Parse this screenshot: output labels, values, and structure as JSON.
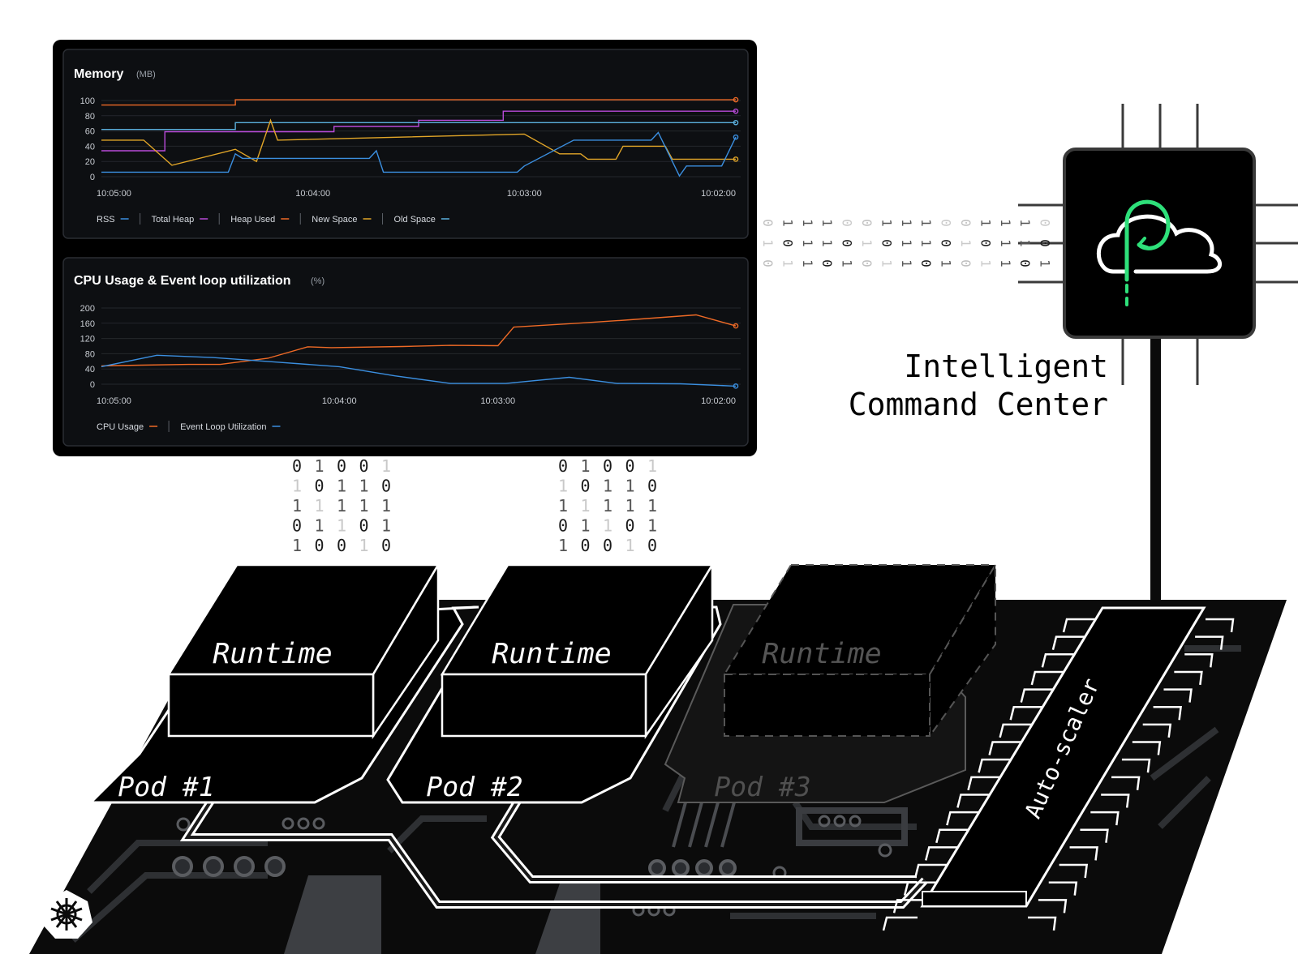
{
  "colors": {
    "rss": "#3b8fe0",
    "total_heap": "#b84ad8",
    "heap_used": "#ef6a26",
    "new_space": "#e2a628",
    "old_space": "#5bb0de",
    "cpu_usage": "#ef6a26",
    "event_loop": "#3b8fe0",
    "accent": "#2ee07a",
    "panel_bg": "#0d0f12",
    "board_bg": "#0b0b0b"
  },
  "dashboard": {
    "memory": {
      "title": "Memory",
      "unit": "(MB)",
      "chart_data": {
        "type": "line",
        "title": "Memory",
        "unit": "MB",
        "y_ticks": [
          "100",
          "80",
          "60",
          "40",
          "20",
          "0"
        ],
        "ylim": [
          0,
          100
        ],
        "x_ticks": [
          {
            "label": "10:05:00",
            "value": 0
          },
          {
            "label": "10:04:00",
            "value": 60
          },
          {
            "label": "10:03:00",
            "value": 120
          },
          {
            "label": "10:02:00",
            "value": 180
          }
        ],
        "xlim": [
          0,
          180
        ],
        "series": [
          {
            "name": "Heap Used",
            "color": "heap_used",
            "points": [
              [
                0,
                94
              ],
              [
                38,
                94
              ],
              [
                38,
                101
              ],
              [
                180,
                101
              ]
            ]
          },
          {
            "name": "Total Heap",
            "color": "total_heap",
            "points": [
              [
                0,
                34
              ],
              [
                18,
                34
              ],
              [
                18,
                59
              ],
              [
                66,
                59
              ],
              [
                66,
                66
              ],
              [
                90,
                66
              ],
              [
                90,
                74
              ],
              [
                114,
                74
              ],
              [
                114,
                86
              ],
              [
                180,
                86
              ]
            ]
          },
          {
            "name": "Old Space",
            "color": "old_space",
            "points": [
              [
                0,
                62
              ],
              [
                38,
                62
              ],
              [
                38,
                71
              ],
              [
                180,
                71
              ]
            ]
          },
          {
            "name": "New Space",
            "color": "new_space",
            "points": [
              [
                0,
                48
              ],
              [
                12,
                48
              ],
              [
                20,
                15
              ],
              [
                38,
                36
              ],
              [
                44,
                20
              ],
              [
                48,
                74
              ],
              [
                50,
                48
              ],
              [
                120,
                56
              ],
              [
                130,
                30
              ],
              [
                136,
                30
              ],
              [
                138,
                23
              ],
              [
                146,
                23
              ],
              [
                148,
                40
              ],
              [
                150,
                40
              ],
              [
                154,
                40
              ],
              [
                160,
                40
              ],
              [
                162,
                23
              ],
              [
                180,
                23
              ]
            ]
          },
          {
            "name": "RSS",
            "color": "rss",
            "points": [
              [
                0,
                6
              ],
              [
                36,
                6
              ],
              [
                38,
                30
              ],
              [
                40,
                24
              ],
              [
                76,
                24
              ],
              [
                78,
                34
              ],
              [
                80,
                6
              ],
              [
                118,
                6
              ],
              [
                120,
                14
              ],
              [
                134,
                48
              ],
              [
                156,
                48
              ],
              [
                158,
                58
              ],
              [
                164,
                1
              ],
              [
                166,
                14
              ],
              [
                176,
                14
              ],
              [
                182,
                52
              ],
              [
                180,
                52
              ]
            ]
          }
        ],
        "legend": [
          "RSS",
          "Total Heap",
          "Heap Used",
          "New Space",
          "Old Space"
        ],
        "legend_placement": "bottom"
      }
    },
    "cpu": {
      "title": "CPU Usage & Event loop utilization",
      "unit": "(%)",
      "chart_data": {
        "type": "line",
        "title": "CPU Usage & Event loop utilization",
        "unit": "%",
        "y_ticks": [
          "200",
          "160",
          "120",
          "80",
          "40",
          "0"
        ],
        "ylim": [
          0,
          200
        ],
        "x_ticks": [
          {
            "label": "10:05:00",
            "value": 0
          },
          {
            "label": "10:04:00",
            "value": 60
          },
          {
            "label": "10:03:00",
            "value": 100
          },
          {
            "label": "10:02:00",
            "value": 160
          }
        ],
        "xlim": [
          0,
          160
        ],
        "series": [
          {
            "name": "CPU Usage",
            "color": "cpu_usage",
            "points": [
              [
                0,
                48
              ],
              [
                10,
                50
              ],
              [
                22,
                52
              ],
              [
                30,
                52
              ],
              [
                42,
                68
              ],
              [
                52,
                98
              ],
              [
                58,
                96
              ],
              [
                76,
                99
              ],
              [
                88,
                102
              ],
              [
                100,
                101
              ],
              [
                104,
                150
              ],
              [
                120,
                160
              ],
              [
                132,
                168
              ],
              [
                150,
                182
              ],
              [
                160,
                153
              ]
            ]
          },
          {
            "name": "Event Loop Utilization",
            "color": "event_loop",
            "points": [
              [
                0,
                46
              ],
              [
                14,
                76
              ],
              [
                28,
                70
              ],
              [
                44,
                58
              ],
              [
                60,
                46
              ],
              [
                74,
                22
              ],
              [
                88,
                2
              ],
              [
                102,
                2
              ],
              [
                118,
                18
              ],
              [
                130,
                2
              ],
              [
                146,
                1
              ],
              [
                160,
                -5
              ]
            ]
          }
        ],
        "legend": [
          "CPU Usage",
          "Event Loop Utilization"
        ],
        "legend_placement": "bottom"
      }
    }
  },
  "bits": {
    "horizontal": [
      [
        "0",
        "1",
        "1",
        "1",
        "0",
        "0",
        "1",
        "1",
        "1",
        "0",
        "0",
        "1",
        "1",
        "1",
        "0"
      ],
      [
        "1",
        "0",
        "1",
        "1",
        "0",
        "1",
        "0",
        "1",
        "1",
        "0",
        "1",
        "0",
        "1",
        "1",
        "0"
      ],
      [
        "0",
        "1",
        "1",
        "0",
        "1",
        "0",
        "1",
        "1",
        "0",
        "1",
        "0",
        "1",
        "1",
        "0",
        "1"
      ]
    ],
    "column_left": [
      [
        "0",
        "1",
        "0",
        "0",
        "1"
      ],
      [
        "1",
        "0",
        "1",
        "1",
        "0"
      ],
      [
        "1",
        "1",
        "1",
        "1",
        "1"
      ],
      [
        "0",
        "1",
        "1",
        "0",
        "1"
      ],
      [
        "1",
        "0",
        "0",
        "1",
        "0"
      ]
    ],
    "column_right": [
      [
        "0",
        "1",
        "0",
        "0",
        "1"
      ],
      [
        "1",
        "0",
        "1",
        "1",
        "0"
      ],
      [
        "1",
        "1",
        "1",
        "1",
        "1"
      ],
      [
        "0",
        "1",
        "1",
        "0",
        "1"
      ],
      [
        "1",
        "0",
        "0",
        "1",
        "0"
      ]
    ]
  },
  "command_center": {
    "label_line1": "Intelligent",
    "label_line2": "Command Center"
  },
  "board": {
    "pods": [
      {
        "label": "Pod #1",
        "runtime": "Runtime"
      },
      {
        "label": "Pod #2",
        "runtime": "Runtime"
      },
      {
        "label": "Pod #3",
        "runtime": "Runtime"
      }
    ],
    "autoscaler": "Auto-scaler",
    "k8s_icon": "kubernetes-wheel-icon"
  }
}
